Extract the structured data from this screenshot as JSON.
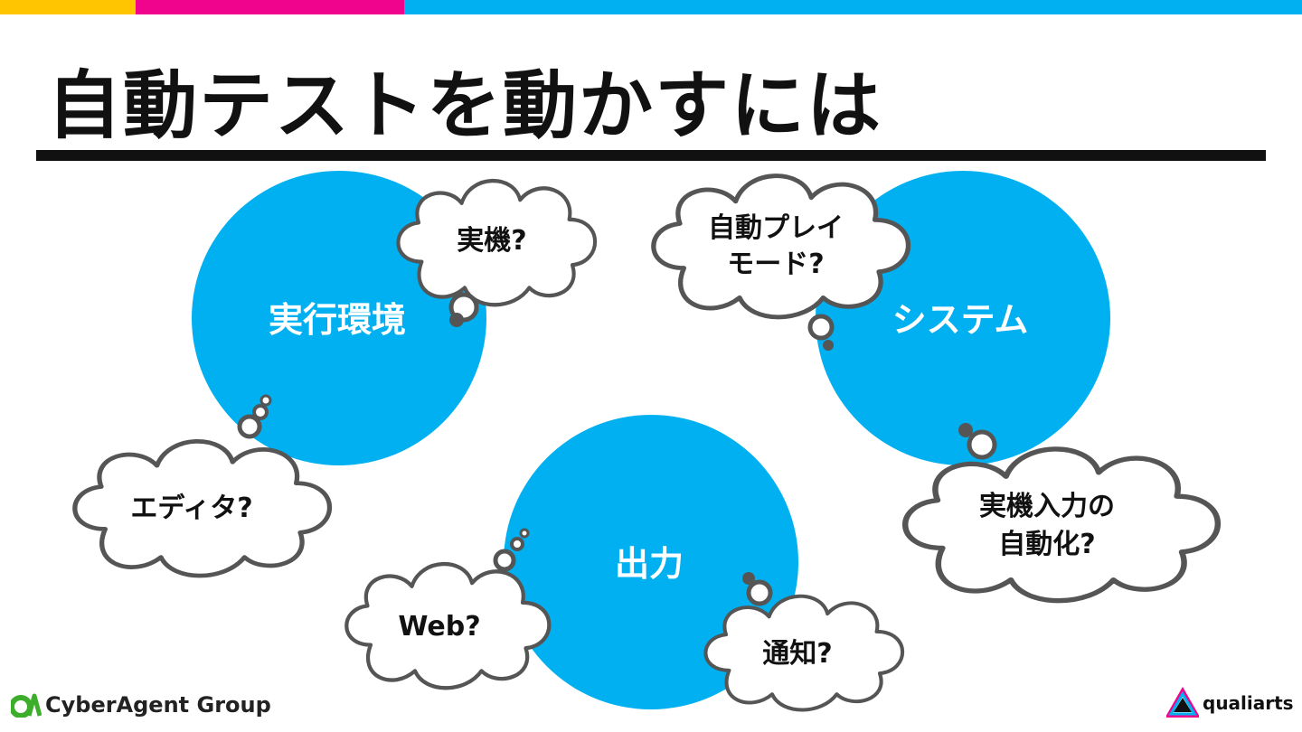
{
  "slide": {
    "title": "自動テストを動かすには",
    "colors": {
      "bar_yellow": "#FFC500",
      "bar_pink": "#F0038D",
      "bar_blue": "#00B0F0",
      "circle": "#00B0F0",
      "bubble_stroke": "#555555"
    }
  },
  "circles": {
    "env": "実行環境",
    "system": "システム",
    "output": "出力"
  },
  "bubbles": {
    "device": "実機?",
    "editor": "エディタ?",
    "autoplay_line1": "自動プレイ",
    "autoplay_line2": "モード?",
    "device_input_line1": "実機入力の",
    "device_input_line2": "自動化?",
    "web": "Web?",
    "notify": "通知?"
  },
  "footer": {
    "left_logo": "CyberAgent Group",
    "left_logo_icon": "cyberagent-ca-icon",
    "right_logo": "qualiarts",
    "right_logo_icon": "qualiarts-triangle-icon"
  }
}
